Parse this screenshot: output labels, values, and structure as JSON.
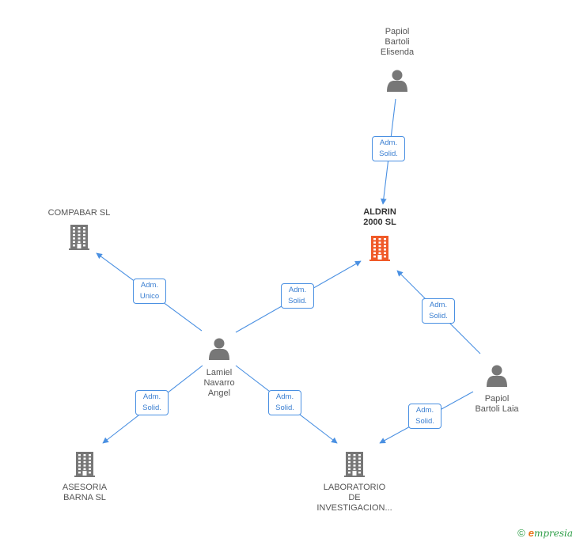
{
  "colors": {
    "edge": "#4a90e2",
    "person": "#777777",
    "company": "#777777",
    "company_focus": "#f05a28"
  },
  "nodes": [
    {
      "id": "papiol_elisenda",
      "type": "person",
      "label": "Papiol\nBartoli\nElisenda"
    },
    {
      "id": "aldrin",
      "type": "company",
      "focus": true,
      "label": "ALDRIN\n2000 SL"
    },
    {
      "id": "compabar",
      "type": "company",
      "label": "COMPABAR SL"
    },
    {
      "id": "lamiel",
      "type": "person",
      "label": "Lamiel\nNavarro\nAngel"
    },
    {
      "id": "papiol_laia",
      "type": "person",
      "label": "Papiol\nBartoli Laia"
    },
    {
      "id": "asesoria",
      "type": "company",
      "label": "ASESORIA\nBARNA SL"
    },
    {
      "id": "laboratorio",
      "type": "company",
      "label": "LABORATORIO\nDE\nINVESTIGACION..."
    }
  ],
  "edges": [
    {
      "from": "papiol_elisenda",
      "to": "aldrin",
      "label": "Adm.\nSolid."
    },
    {
      "from": "lamiel",
      "to": "compabar",
      "label": "Adm.\nUnico"
    },
    {
      "from": "lamiel",
      "to": "aldrin",
      "label": "Adm.\nSolid."
    },
    {
      "from": "papiol_laia",
      "to": "aldrin",
      "label": "Adm.\nSolid."
    },
    {
      "from": "lamiel",
      "to": "asesoria",
      "label": "Adm.\nSolid."
    },
    {
      "from": "lamiel",
      "to": "laboratorio",
      "label": "Adm.\nSolid."
    },
    {
      "from": "papiol_laia",
      "to": "laboratorio",
      "label": "Adm.\nSolid."
    }
  ],
  "brand": {
    "copyright": "©",
    "initial": "e",
    "rest": "mpresia"
  }
}
